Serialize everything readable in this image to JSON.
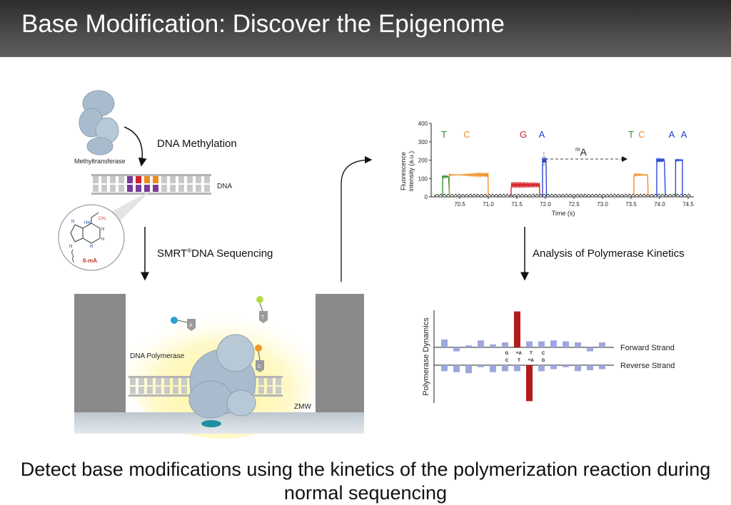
{
  "title": "Base Modification: Discover the Epigenome",
  "left": {
    "methyltransferase_label": "Methyltransferase",
    "dna_methylation_label": "DNA Methylation",
    "dna_label": "DNA",
    "molecule": {
      "ch3": "CH₃",
      "hn": "HN",
      "n": "N",
      "name": "6-mA"
    },
    "smrt_label_pre": "SMRT",
    "smrt_reg": "®",
    "smrt_label_post": "DNA Sequencing",
    "dna_polymerase_label": "DNA Polymerase",
    "zmw_label": "ZMW",
    "nucleotide_letters": [
      "A",
      "T",
      "C"
    ]
  },
  "right": {
    "analysis_label": "Analysis of Polymerase Kinetics",
    "fluor_chart": {
      "ylabel_line1": "Fluorescence",
      "ylabel_line2": "intensity (a.u.)",
      "xlabel": "Time (s)",
      "yticks": [
        "0",
        "100",
        "200",
        "300",
        "400"
      ],
      "xticks": [
        "70.5",
        "71.0",
        "71.5",
        "72.0",
        "72.5",
        "73.0",
        "73.5",
        "74.0",
        "74.5"
      ],
      "peaks": [
        "T",
        "C",
        "G",
        "A",
        "T",
        "C",
        "A",
        "A"
      ],
      "annotation": "A",
      "annotation_sup": "m"
    },
    "kinetics_chart": {
      "ylabel": "Polymerase Dynamics",
      "forward_label": "Forward Strand",
      "reverse_label": "Reverse Strand",
      "top_letters": [
        "G",
        "ᵐA",
        "T",
        "C"
      ],
      "bottom_letters": [
        "C",
        "T",
        "ᵐA",
        "G"
      ]
    }
  },
  "caption": "Detect base modifications using the kinetics of the polymerization reaction during normal sequencing",
  "colors": {
    "T": "#2e8b2e",
    "C": "#f08a1c",
    "G": "#d61f26",
    "A": "#1f3fd0",
    "bar_red": "#b31b1b",
    "bar_blue": "#9fa6de",
    "protein": "#a9bccd",
    "dna_purple": "#7a3b96"
  },
  "chart_data": [
    {
      "type": "line",
      "xlabel": "Time (s)",
      "ylabel": "Fluorescence intensity (a.u.)",
      "xlim": [
        70.0,
        74.6
      ],
      "ylim": [
        0,
        400
      ],
      "series": [
        {
          "name": "T",
          "segments": [
            [
              70.2,
              70.32
            ]
          ],
          "level": 110
        },
        {
          "name": "C",
          "segments": [
            [
              70.32,
              71.0
            ],
            [
              73.55,
              73.8
            ]
          ],
          "level": 120
        },
        {
          "name": "G",
          "segments": [
            [
              71.4,
              71.9
            ]
          ],
          "level": 65
        },
        {
          "name": "A",
          "segments": [
            [
              71.95,
              72.02
            ],
            [
              73.95,
              74.1
            ],
            [
              74.28,
              74.4
            ]
          ],
          "level": 200
        }
      ]
    },
    {
      "type": "bar",
      "ylabel": "Polymerase Dynamics",
      "series": [
        {
          "name": "Forward Strand",
          "values": [
            0.4,
            -0.2,
            0.1,
            0.35,
            0.15,
            0.25,
            1.8,
            0.3,
            0.3,
            0.35,
            0.3,
            0.25,
            -0.2,
            0.25
          ]
        },
        {
          "name": "Reverse Strand",
          "values": [
            -0.3,
            -0.35,
            -0.4,
            -0.1,
            -0.35,
            -0.3,
            -0.3,
            -1.8,
            -0.3,
            -0.2,
            -0.1,
            -0.3,
            -0.25,
            -0.2
          ]
        }
      ]
    }
  ]
}
